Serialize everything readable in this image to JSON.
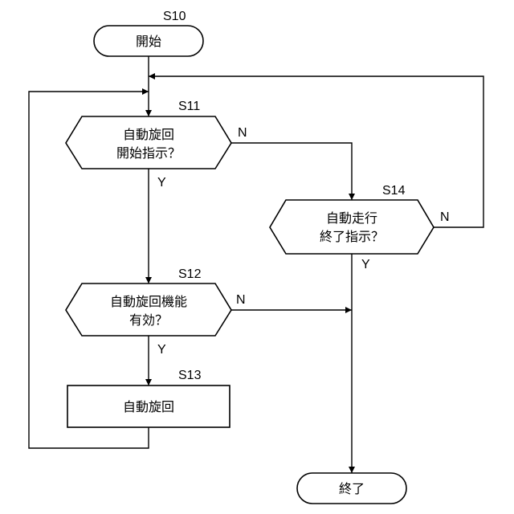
{
  "steps": {
    "s10": {
      "id": "S10",
      "label": "開始"
    },
    "s11": {
      "id": "S11",
      "line1": "自動旋回",
      "line2": "開始指示？",
      "yes": "Y",
      "no": "N"
    },
    "s12": {
      "id": "S12",
      "line1": "自動旋回機能",
      "line2": "有効？",
      "yes": "Y",
      "no": "N"
    },
    "s13": {
      "id": "S13",
      "label": "自動旋回"
    },
    "s14": {
      "id": "S14",
      "line1": "自動走行",
      "line2": "終了指示？",
      "yes": "Y",
      "no": "N"
    },
    "end": {
      "label": "終了"
    }
  }
}
